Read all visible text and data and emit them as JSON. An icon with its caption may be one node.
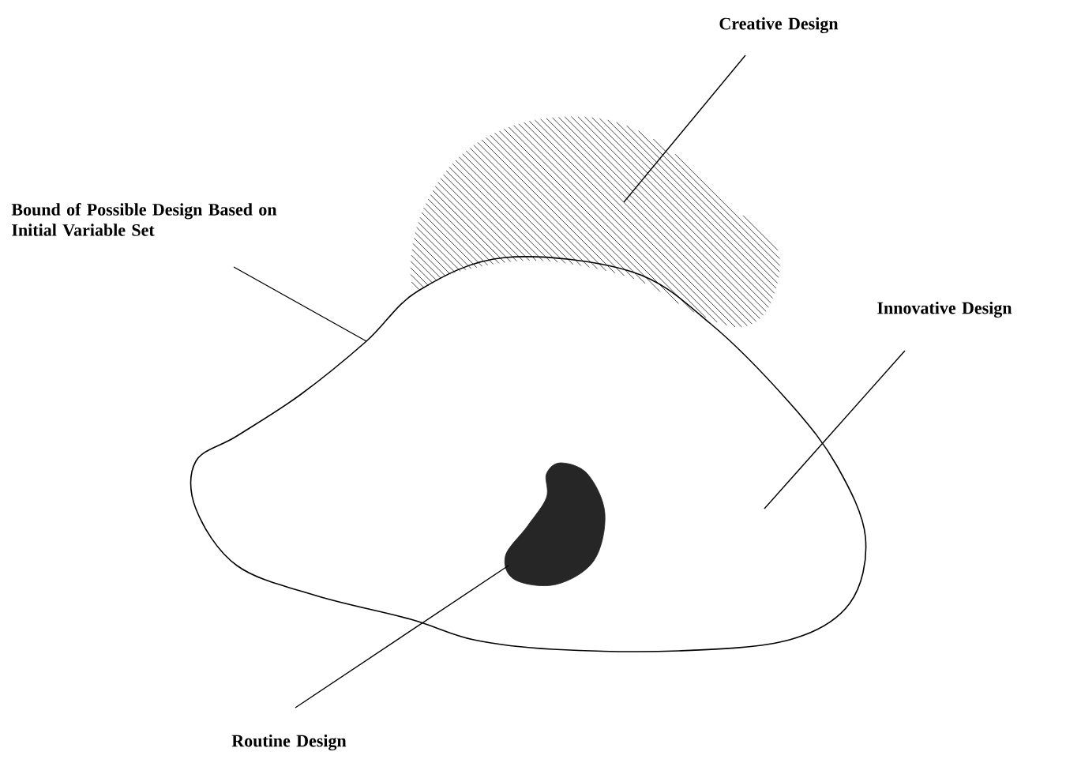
{
  "diagram": {
    "nodes": [
      {
        "text": [
          "Creative Design"
        ]
      },
      {
        "text": [],
        "shape": "cloud"
      },
      {
        "text": [
          "Bound of Possible Design Based on Initial Variable Set"
        ]
      },
      {
        "text": [
          "Innovative Design"
        ]
      },
      {
        "text": [],
        "shape": "cloud"
      },
      {
        "text": [],
        "shape": "cloud",
        "in": 4
      },
      {
        "text": [
          "Routine Design"
        ]
      }
    ],
    "edges": [
      {
        "from": 0,
        "to": 1,
        "arrow": "none"
      },
      {
        "from": 2,
        "to": 4,
        "arrow": "none"
      },
      {
        "from": 3,
        "to": 4,
        "arrow": "none"
      },
      {
        "from": 6,
        "to": 5,
        "arrow": "none"
      }
    ]
  }
}
